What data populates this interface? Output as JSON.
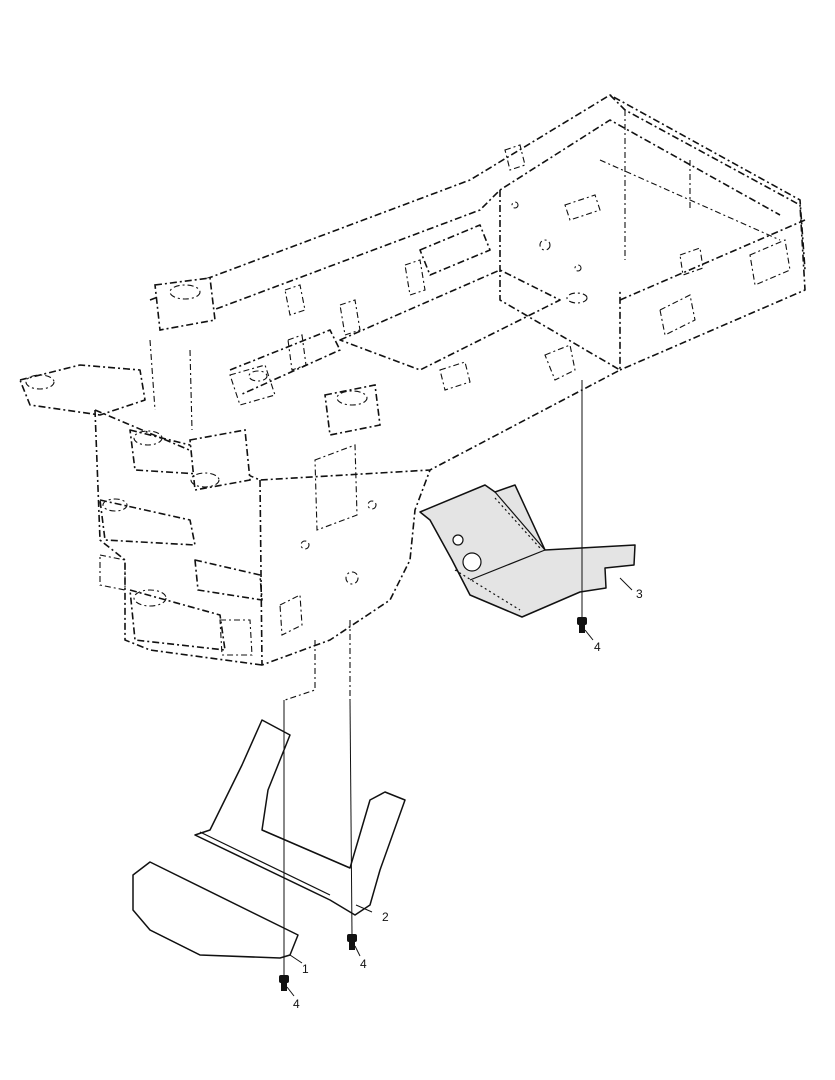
{
  "callouts": {
    "part1": "1",
    "part2": "2",
    "part3": "3",
    "bolt_a": "4",
    "bolt_b": "4",
    "bolt_c": "4"
  }
}
